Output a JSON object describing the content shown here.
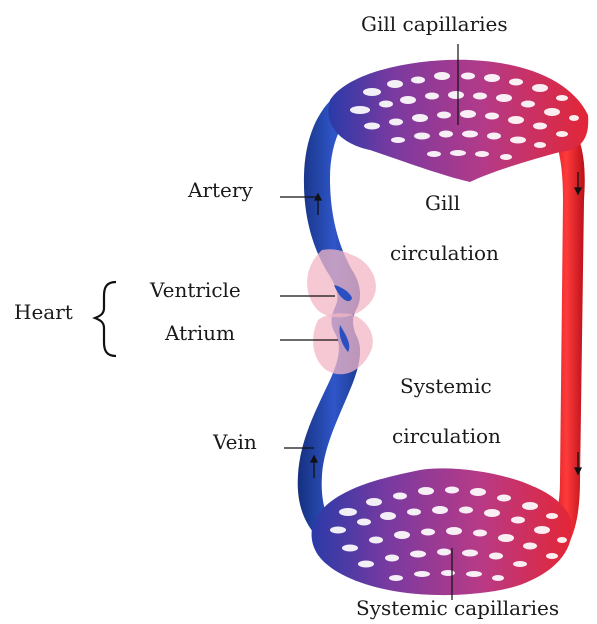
{
  "labels": {
    "gill_capillaries": "Gill capillaries",
    "artery": "Artery",
    "gill_circulation_line1": "Gill",
    "gill_circulation_line2": "circulation",
    "heart": "Heart",
    "ventricle": "Ventricle",
    "atrium": "Atrium",
    "systemic_circulation_line1": "Systemic",
    "systemic_circulation_line2": "circulation",
    "vein": "Vein",
    "systemic_capillaries": "Systemic capillaries"
  },
  "colors": {
    "deoxygenated": "#1f3fa6",
    "oxygenated": "#e8222c",
    "capillary_bed": "#b0307a",
    "heart_outline": "#f2b6c4",
    "label_text": "#1a1a1a"
  }
}
